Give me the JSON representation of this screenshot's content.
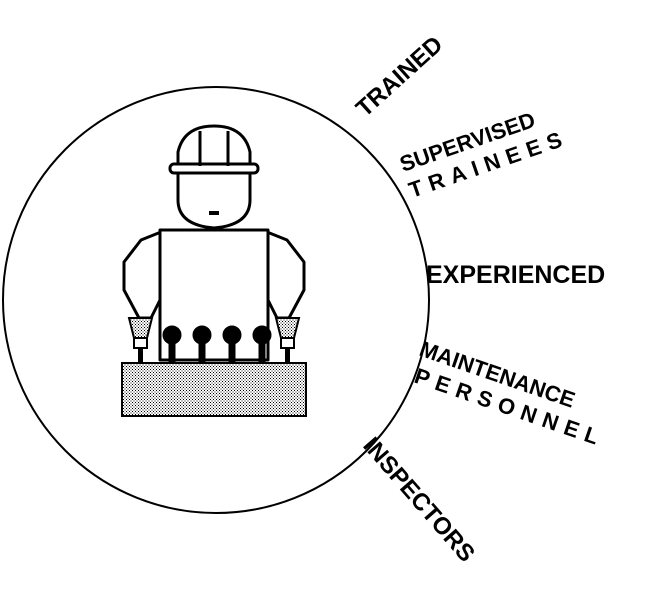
{
  "labels": {
    "trained": "TRAINED",
    "supervised": "SUPERVISED",
    "trainees": "TRAINEES",
    "experienced": "EXPERIENCED",
    "maintenance": "MAINTENANCE",
    "personnel": "PERSONNEL",
    "inspectors": "INSPECTORS"
  },
  "icons": {
    "worker": "hard-hat-worker-icon",
    "workbench": "workbench-icon"
  },
  "colors": {
    "ink": "#000000",
    "paper": "#ffffff",
    "stipple": "#bfbfbf"
  }
}
